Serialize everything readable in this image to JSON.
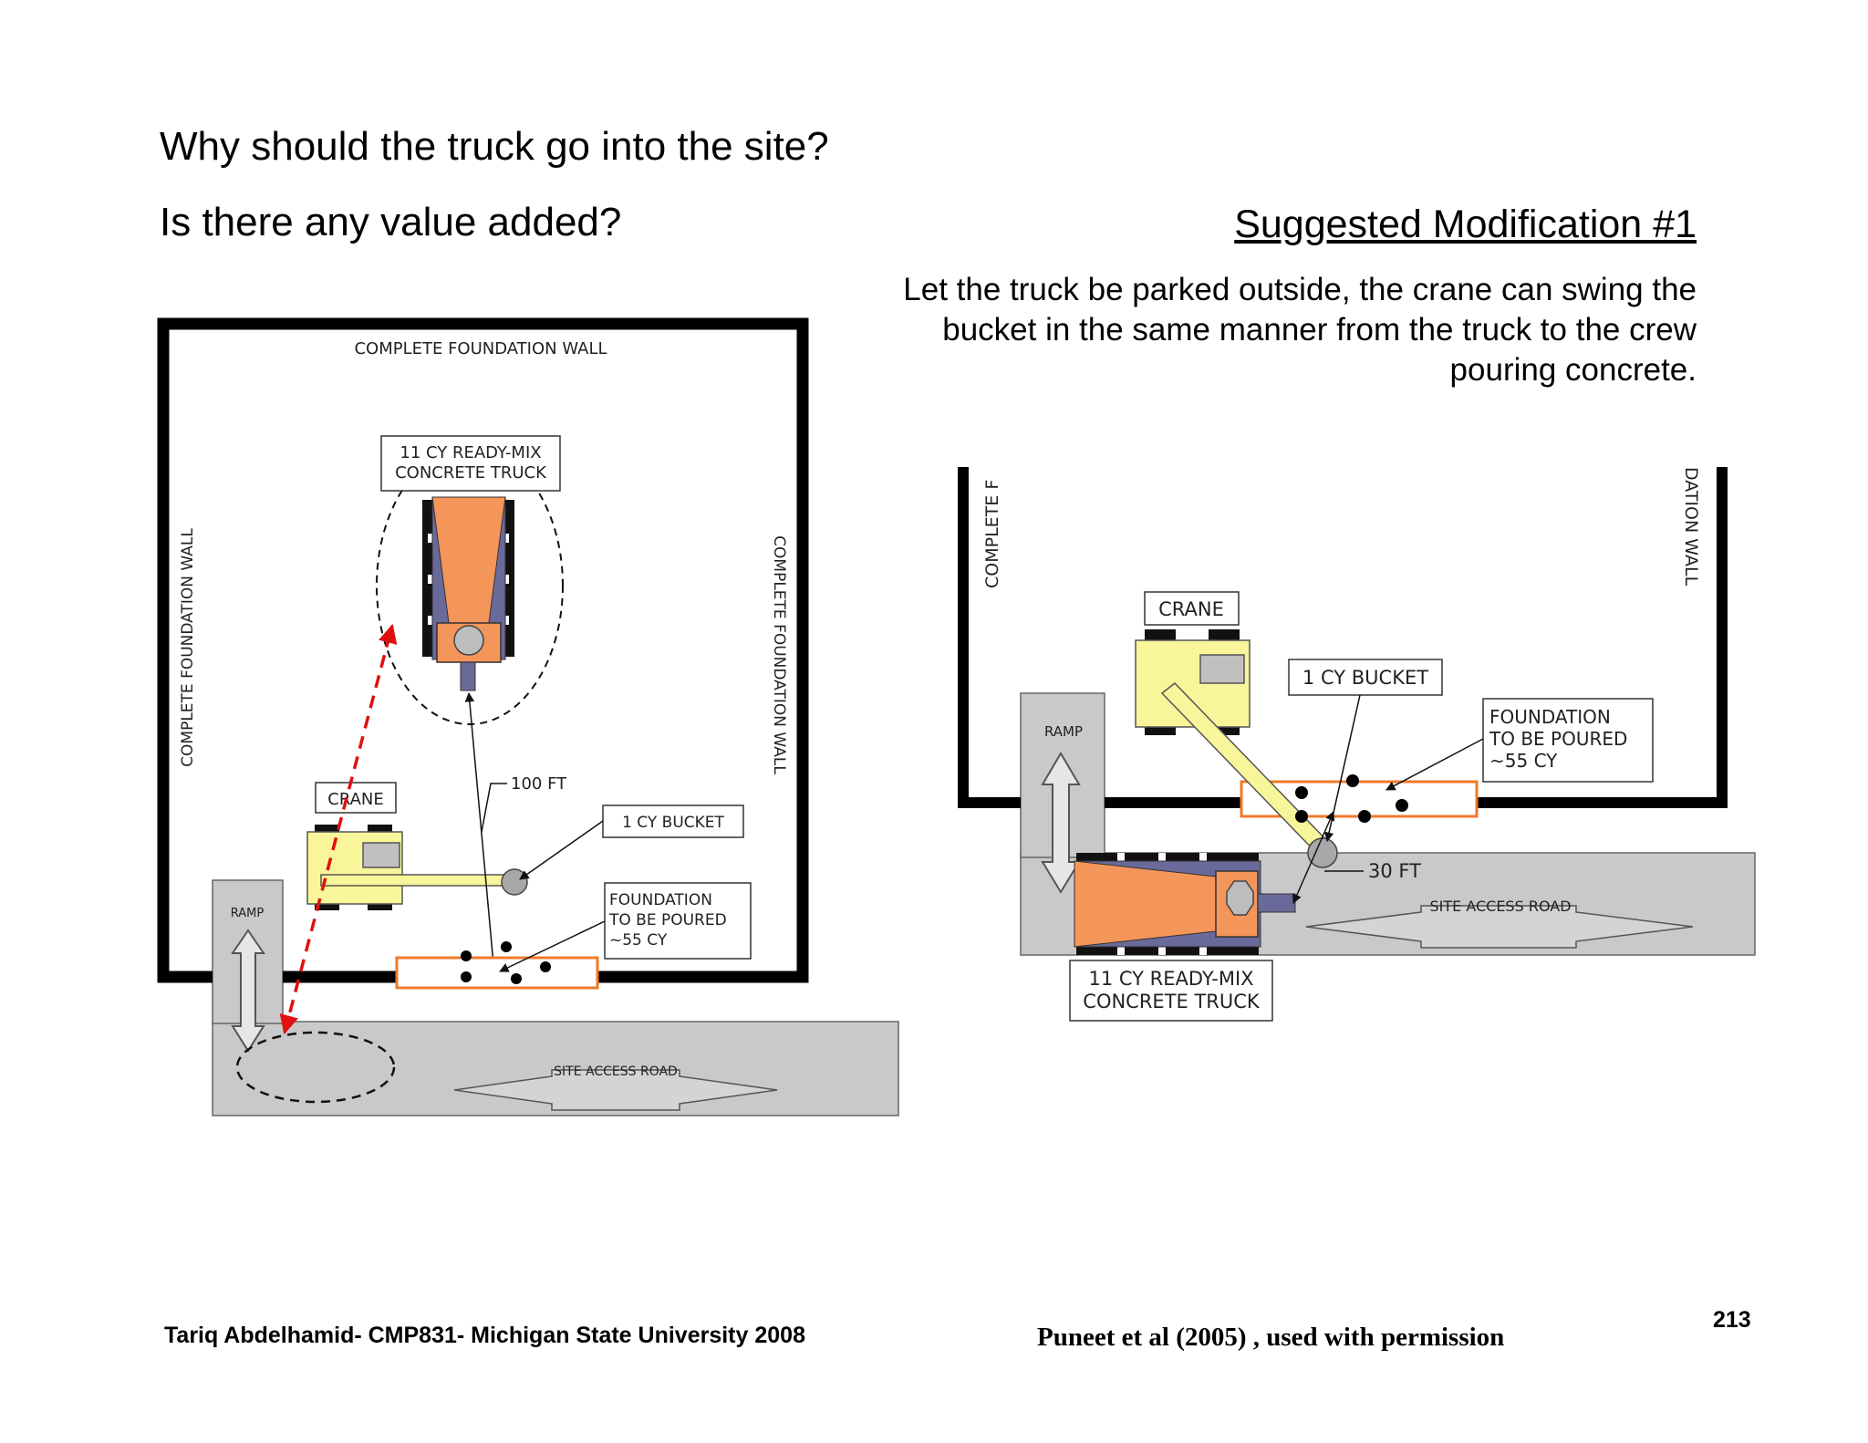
{
  "header": {
    "question1": "Why should the truck go into the site?",
    "question2": "Is there any value added?"
  },
  "modification": {
    "title": "Suggested Modification #1",
    "description": "Let the truck be parked outside, the crane can swing the bucket in the same manner from the truck to the crew pouring concrete."
  },
  "left_diagram": {
    "top_wall": "COMPLETE FOUNDATION WALL",
    "left_wall": "COMPLETE FOUNDATION WALL",
    "right_wall": "COMPLETE FOUNDATION WALL",
    "truck_line1": "11 CY READY-MIX",
    "truck_line2": "CONCRETE TRUCK",
    "crane": "CRANE",
    "distance": "100 FT",
    "bucket": "1 CY BUCKET",
    "foundation_line1": "FOUNDATION",
    "foundation_line2": "TO BE POURED",
    "foundation_line3": "~55 CY",
    "ramp": "RAMP",
    "road": "SITE ACCESS ROAD"
  },
  "right_diagram": {
    "left_wall": "COMPLETE F",
    "right_wall": "DATION WALL",
    "crane": "CRANE",
    "bucket": "1 CY BUCKET",
    "foundation_line1": "FOUNDATION",
    "foundation_line2": "TO BE POURED",
    "foundation_line3": "~55 CY",
    "ramp": "RAMP",
    "distance": "30 FT",
    "road": "SITE ACCESS ROAD",
    "truck_line1": "11 CY READY-MIX",
    "truck_line2": "CONCRETE TRUCK"
  },
  "footer": {
    "author": "Tariq Abdelhamid- CMP831- Michigan State University 2008",
    "credit": "Puneet et al (2005) , used with permission",
    "page": "213"
  },
  "colors": {
    "truck_body": "#f4955a",
    "truck_frame": "#6a6a9a",
    "crane_body": "#f8f59a",
    "road": "#c9c9cb",
    "foundation_outline": "#f07a2a",
    "red_arrow": "#e01010"
  }
}
